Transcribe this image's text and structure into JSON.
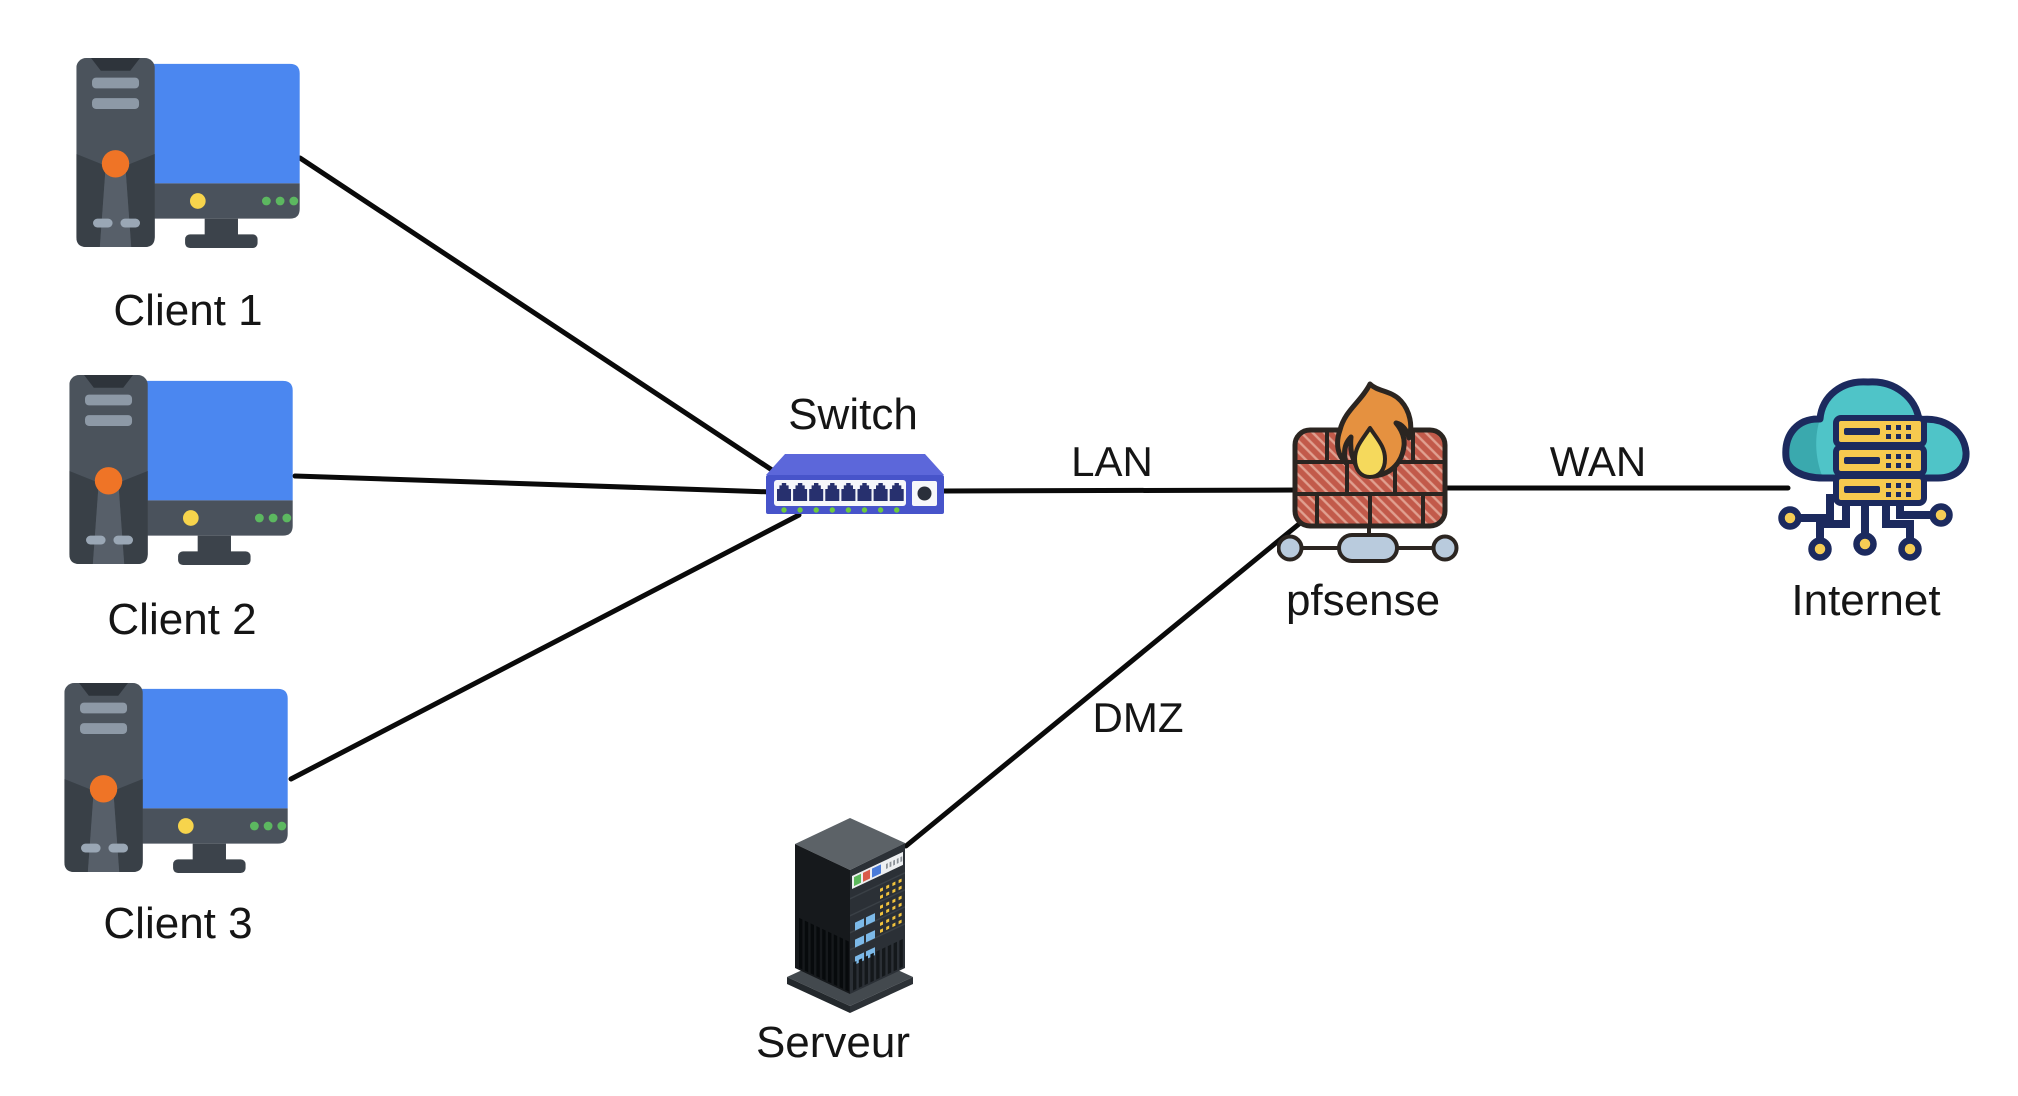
{
  "diagram": {
    "type": "network-topology",
    "nodes": {
      "client1": {
        "label": "Client 1",
        "icon": "desktop-computer-icon"
      },
      "client2": {
        "label": "Client 2",
        "icon": "desktop-computer-icon"
      },
      "client3": {
        "label": "Client 3",
        "icon": "desktop-computer-icon"
      },
      "switch": {
        "label": "Switch",
        "icon": "network-switch-icon"
      },
      "pfsense": {
        "label": "pfsense",
        "icon": "firewall-flame-icon"
      },
      "internet": {
        "label": "Internet",
        "icon": "cloud-server-icon"
      },
      "serveur": {
        "label": "Serveur",
        "icon": "server-tower-icon"
      }
    },
    "links": {
      "client1_switch": {
        "label": "",
        "from": "client1",
        "to": "switch"
      },
      "client2_switch": {
        "label": "",
        "from": "client2",
        "to": "switch"
      },
      "client3_switch": {
        "label": "",
        "from": "client3",
        "to": "switch"
      },
      "lan": {
        "label": "LAN",
        "from": "switch",
        "to": "pfsense"
      },
      "wan": {
        "label": "WAN",
        "from": "pfsense",
        "to": "internet"
      },
      "dmz": {
        "label": "DMZ",
        "from": "pfsense",
        "to": "serveur"
      }
    },
    "colors": {
      "background": "#ffffff",
      "wire": "#0a0a0a",
      "label_text": "#151515",
      "monitor_screen_blue": "#4b87f0",
      "tower_gray": "#4b535c",
      "power_button_orange": "#ef7426",
      "switch_indigo": "#4754ca",
      "switch_led_green": "#6ecb3c",
      "firewall_brick": "#c25a4a",
      "flame_orange": "#e59140",
      "flame_yellow": "#f5d95c",
      "firewall_node_blue": "#b9cbdd",
      "cloud_teal": "#4fc4c8",
      "internet_yellow": "#f6c94f",
      "internet_navy": "#1c2a5e",
      "server_dark": "#2b3036"
    }
  }
}
